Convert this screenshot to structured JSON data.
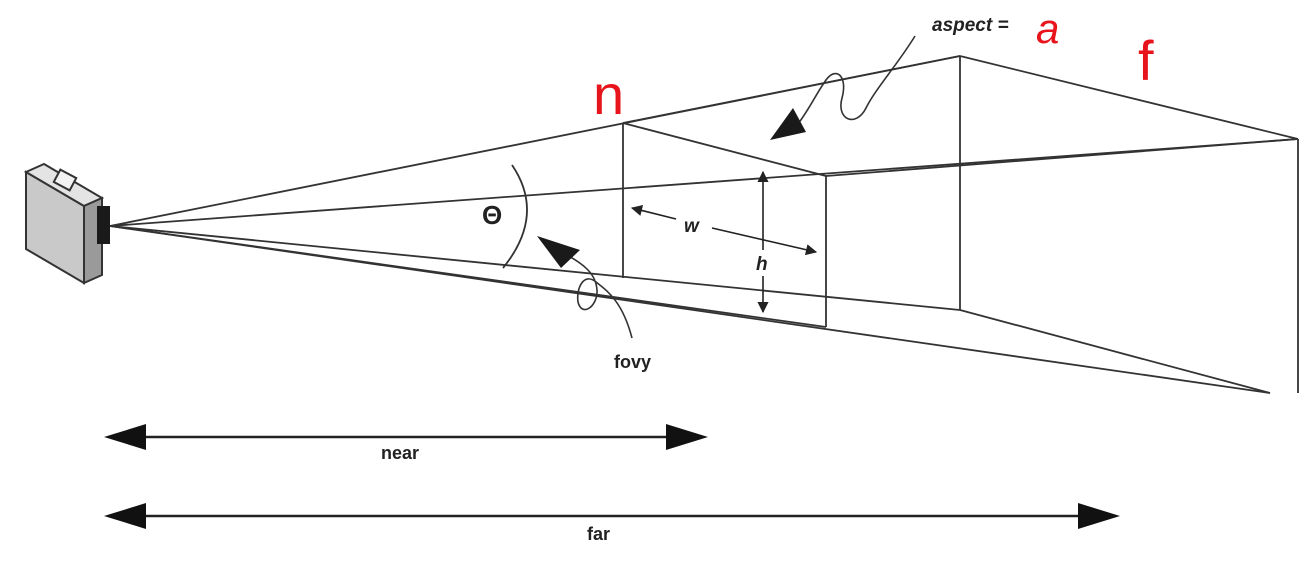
{
  "labels": {
    "aspect_prefix": "aspect =",
    "aspect_var": "a",
    "near_plane": "n",
    "far_plane": "f",
    "theta": "Θ",
    "width": "w",
    "height": "h",
    "fovy": "fovy",
    "near": "near",
    "far": "far"
  },
  "colors": {
    "line": "#333333",
    "accent_red": "#e8141b",
    "camera_body": "#b8b8b8",
    "camera_dark": "#1a1a1a"
  },
  "icons": {
    "camera": "camera-icon"
  }
}
